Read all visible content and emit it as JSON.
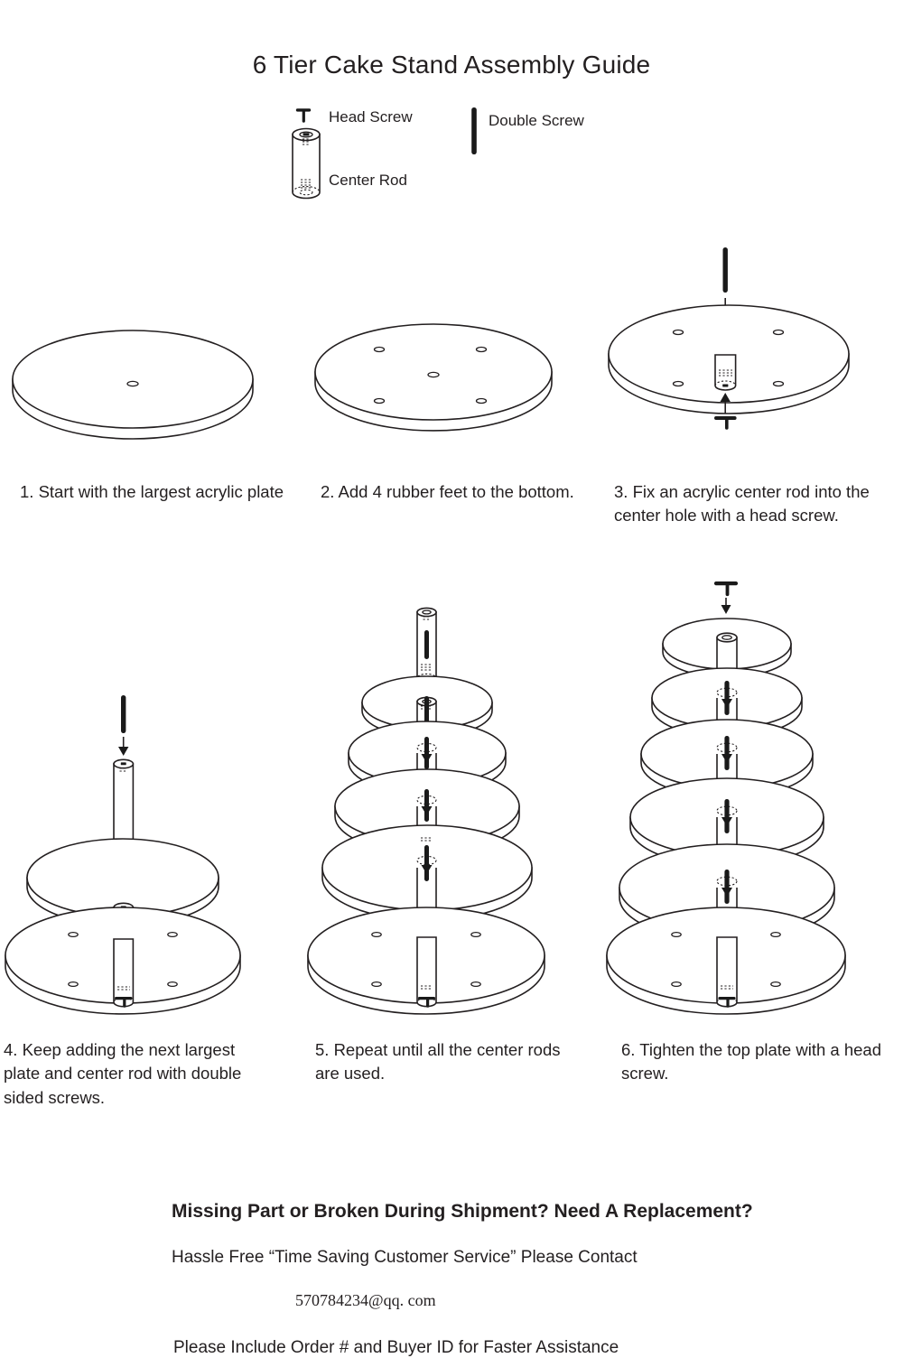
{
  "document": {
    "title": "6 Tier Cake Stand Assembly Guide"
  },
  "legend": {
    "items": [
      {
        "icon": "head-screw-icon",
        "label": "Head Screw"
      },
      {
        "icon": "center-rod-icon",
        "label": "Center Rod"
      },
      {
        "icon": "double-screw-icon",
        "label": "Double Screw"
      }
    ],
    "head_screw_label": "Head Screw",
    "center_rod_label": "Center Rod",
    "double_screw_label": "Double Screw"
  },
  "steps": [
    {
      "number": "1",
      "caption": "1. Start with the largest acrylic plate",
      "figure": "single-plate-with-center-hole"
    },
    {
      "number": "2",
      "caption": "2. Add 4 rubber feet to the bottom.",
      "figure": "plate-with-four-feet-holes"
    },
    {
      "number": "3",
      "caption": "3. Fix an acrylic center rod into the center hole with a head screw.",
      "figure": "plate-with-rod-and-head-screw"
    },
    {
      "number": "4",
      "caption": "4. Keep adding the next largest plate and center rod with double sided screws.",
      "figure": "two-plates-two-rods"
    },
    {
      "number": "5",
      "caption": "5. Repeat until all the center rods are used.",
      "figure": "five-plates-stack"
    },
    {
      "number": "6",
      "caption": "6. Tighten the top plate with a head screw.",
      "figure": "six-plates-complete-stack"
    }
  ],
  "footer": {
    "heading": "Missing Part or Broken During Shipment? Need A Replacement?",
    "contact_line": "Hassle Free “Time Saving Customer Service”  Please Contact",
    "email": "570784234@qq. com",
    "order_line": "Please Include Order  # and Buyer ID for Faster Assistance"
  },
  "colors": {
    "ink": "#231f20",
    "background": "#ffffff"
  }
}
